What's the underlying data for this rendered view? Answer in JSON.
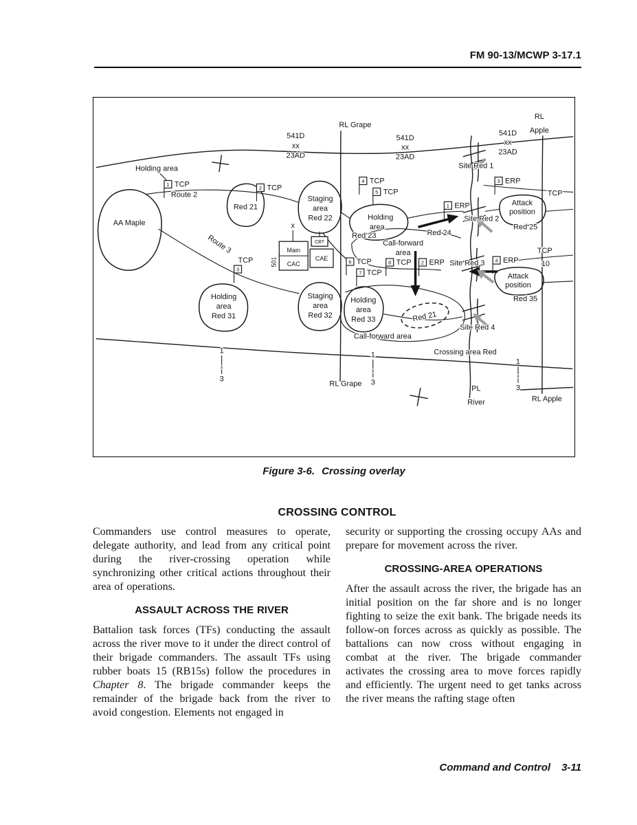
{
  "colors": {
    "ink": "#141414",
    "paper": "#ffffff",
    "muted_arrow": "#9c9c9c"
  },
  "page": {
    "header": "FM 90-13/MCWP 3-17.1",
    "caption_prefix": "Figure 3-6.",
    "caption_title": "Crossing overlay",
    "footer_left": "Command and Control",
    "footer_right": "3-11"
  },
  "fig": {
    "phase": {
      "grape_top": "RL Grape",
      "rl": "RL",
      "apple": "Apple",
      "grape_bottom": "RL Grape",
      "pl": "PL",
      "river": "River",
      "apple_bottom": "RL Apple"
    },
    "bound": {
      "b1": [
        "541D",
        "xx",
        "23AD"
      ],
      "b2": [
        "541D",
        "xx",
        "23AD"
      ],
      "b3": [
        "541D",
        "xx",
        "23AD"
      ],
      "m1": [
        "1",
        "x",
        "3"
      ],
      "m2": [
        "1",
        "x",
        "3"
      ],
      "m3": [
        "1",
        "x",
        "3"
      ]
    },
    "areas": {
      "holding_top": "Holding area",
      "aa_maple": "AA Maple",
      "red21": "Red 21",
      "staging22": [
        "Staging",
        "area",
        "Red 22"
      ],
      "holding23": [
        "Holding",
        "area",
        "Red 23"
      ],
      "attack25": [
        "Attack",
        "position"
      ],
      "red25": "Red 25",
      "holding31": [
        "Holding",
        "area",
        "Red 31"
      ],
      "staging32": [
        "Staging",
        "area",
        "Red 32"
      ],
      "holding33": [
        "Holding",
        "area",
        "Red 33"
      ],
      "attack35": [
        "Attack",
        "position"
      ],
      "red35": "Red 35",
      "red21_obj": "Red 21",
      "cf_top": [
        "Call-forward",
        "area"
      ],
      "cf_bottom": "Call-forward area",
      "red24": "Red 24",
      "crossing_area": "Crossing area Red"
    },
    "routes": {
      "route2": "Route 2",
      "route3": "Route 3"
    },
    "sites": {
      "s1": "Site Red 1",
      "s2": "Site Red 2",
      "s3": "Site Red 3",
      "s4": "Site Red 4"
    },
    "flags": {
      "tcp1": {
        "num": "1",
        "label": "TCP"
      },
      "tcp2": {
        "num": "2",
        "label": "TCP"
      },
      "tcp3": {
        "num": "3",
        "label": "TCP"
      },
      "tcp4": {
        "num": "4",
        "label": "TCP"
      },
      "tcp5": {
        "num": "5",
        "label": "TCP"
      },
      "tcp6": {
        "num": "6",
        "label": "TCP"
      },
      "tcp7": {
        "num": "7",
        "label": "TCP"
      },
      "tcp8": {
        "num": "8",
        "label": "TCP"
      },
      "erp1": {
        "num": "1",
        "label": "ERP"
      },
      "erp2": {
        "num": "2",
        "label": "ERP"
      },
      "erp3": {
        "num": "3",
        "label": "ERP"
      },
      "erp4": {
        "num": "4",
        "label": "ERP"
      },
      "tcp_ne": "TCP",
      "tcp10_label": "TCP",
      "tcp10_num": "10"
    },
    "units": {
      "x": "x",
      "n501": "501",
      "main": "Main",
      "cac": "CAC",
      "cbt": "CBT",
      "cae": "CAE"
    }
  },
  "article": {
    "title": "CROSSING CONTROL",
    "left": {
      "p1": "Commanders use control measures to operate, delegate authority, and lead from any critical point during the river-crossing operation while synchronizing other critical actions throughout their area of operations.",
      "h1": "ASSAULT ACROSS THE RIVER",
      "p2a": "Battalion task forces (TFs) conducting the assault across the river move to it under the direct control of their brigade commanders. The assault TFs using rubber boats 15 (RB15s) follow the procedures in ",
      "p2b": "Chapter 8",
      "p2c": ". The brigade commander keeps the remainder of the brigade back from the river to avoid congestion. Elements not engaged in"
    },
    "right": {
      "p1": "security or supporting the crossing occupy AAs and prepare for movement across the river.",
      "h1": "CROSSING-AREA OPERATIONS",
      "p2": "After the assault across the river, the brigade has an initial position on the far shore and is no longer fighting to seize the exit bank. The brigade needs its follow-on forces across as quickly as possible. The battalions can now cross without engaging in combat at the river. The brigade commander activates the crossing area to move forces rapidly and efficiently. The urgent need to get tanks across the river means the rafting stage often"
    }
  }
}
